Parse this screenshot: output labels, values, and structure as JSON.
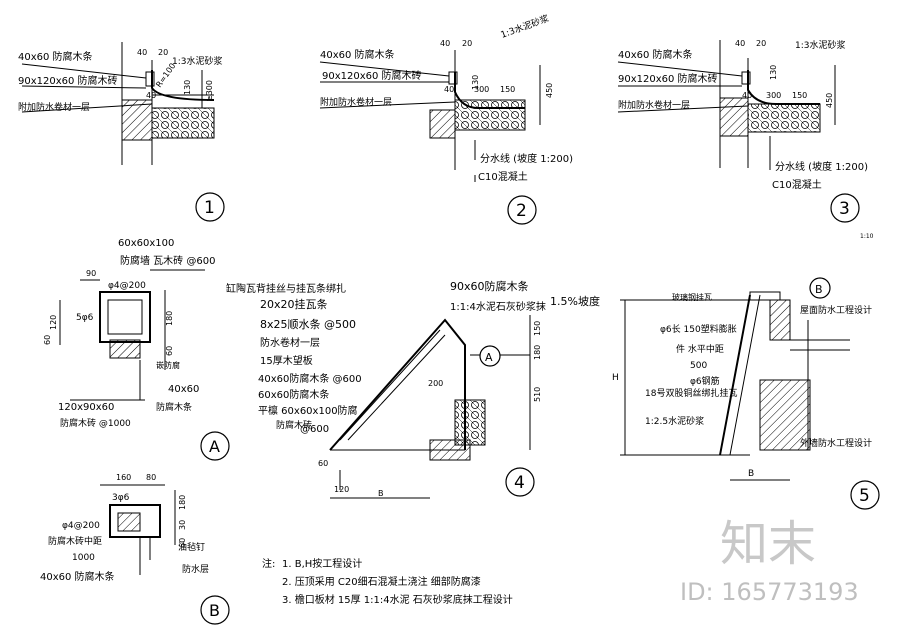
{
  "details": {
    "d1": {
      "marker": "1",
      "labels": [
        "40x60 防腐木条",
        "90x120x60 防腐木砖",
        "附加防水卷材一层"
      ],
      "dims": [
        "40",
        "20",
        "1:3水泥砂浆",
        "40",
        "R=100",
        "130",
        "≥300"
      ]
    },
    "d2": {
      "marker": "2",
      "labels": [
        "40x60 防腐木条",
        "90x120x60 防腐木砖",
        "附加防水卷材一层",
        "分水线 (坡度 1:200)",
        "C10混凝土"
      ],
      "dims": [
        "40",
        "20",
        "1:3水泥砂浆",
        "130",
        "40",
        "300",
        "150",
        "450"
      ]
    },
    "d3": {
      "marker": "3",
      "labels": [
        "40x60 防腐木条",
        "90x120x60 防腐木砖",
        "附加防水卷材一层",
        "分水线 (坡度 1:200)",
        "C10混凝土"
      ],
      "dims": [
        "40",
        "20",
        "1:3水泥砂浆",
        "130",
        "40",
        "300",
        "150",
        "450"
      ],
      "scale": "1:10"
    },
    "dA": {
      "marker": "A",
      "labels": [
        "60x60x100",
        "防腐墙 瓦木砖 @600",
        "φ4@200",
        "5φ6",
        "嵌防腐",
        "40x60",
        "防腐木条",
        "120x90x60",
        "防腐木砖 @1000"
      ],
      "dims": [
        "90",
        "120",
        "60",
        "180",
        "60"
      ]
    },
    "dB": {
      "marker": "B",
      "labels": [
        "3φ6",
        "φ4@200",
        "防腐木砖中距",
        "1000",
        "40x60 防腐木条",
        "油毡钉",
        "防水层"
      ],
      "dims": [
        "160",
        "80",
        "180",
        "30",
        "60"
      ]
    },
    "d4": {
      "marker": "4",
      "ref": "A",
      "labels": [
        "缸陶瓦背挂丝与挂瓦条绑扎",
        "20x20挂瓦条",
        "8x25顺水条 @500",
        "防水卷材一层",
        "15厚木望板",
        "40x60防腐木条 @600",
        "60x60防腐木条",
        "平檩 60x60x100防腐",
        "防腐木砖",
        "@600",
        "90x60防腐木条",
        "1:1:4水泥石灰砂浆抹",
        "1.5%坡度"
      ],
      "dims": [
        "150",
        "180",
        "510",
        "200",
        "60",
        "120",
        "B"
      ]
    },
    "d5": {
      "marker": "5",
      "ref": "B",
      "labels": [
        "玻璃钢挂瓦",
        "φ6长 150塑料膨胀",
        "件 水平中距",
        "500",
        "φ6钢筋",
        "18号双股铜丝绑扎挂瓦",
        "1:2.5水泥砂浆",
        "屋面防水工程设计",
        "外墙防水工程设计"
      ],
      "dims": [
        "H",
        "B"
      ]
    }
  },
  "notes": {
    "prefix": "注:",
    "items": [
      "1. B,H按工程设计",
      "2. 压顶采用 C20细石混凝土浇注 细部防腐漆",
      "3. 檐口板材 15厚 1:1:4水泥 石灰砂浆底抹工程设计"
    ]
  },
  "watermark": {
    "text": "知末",
    "id": "ID: 165773193"
  }
}
